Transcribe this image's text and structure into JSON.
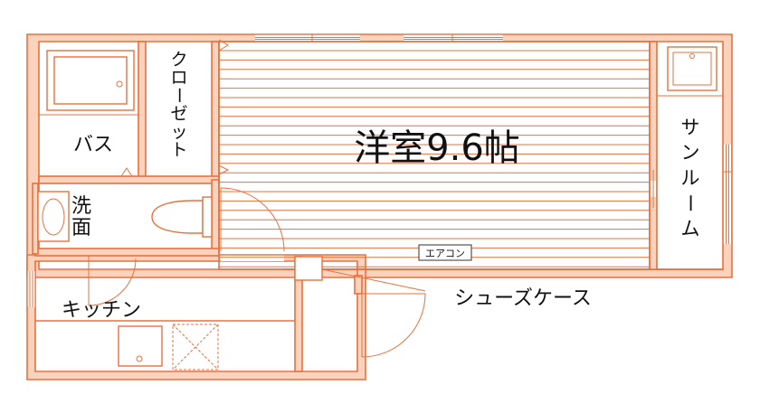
{
  "plan": {
    "colors": {
      "wall": "#e9703e",
      "wall_fill": "#fbd3bd",
      "text": "#111111"
    },
    "rooms": {
      "western_room": "洋室9.6帖",
      "closet": "クローゼット",
      "bath": "バス",
      "sunroom": "サンルーム",
      "washroom": "洗面",
      "kitchen": "キッチン",
      "shoe_case": "シューズケース",
      "air_conditioner": "エアコン"
    }
  }
}
